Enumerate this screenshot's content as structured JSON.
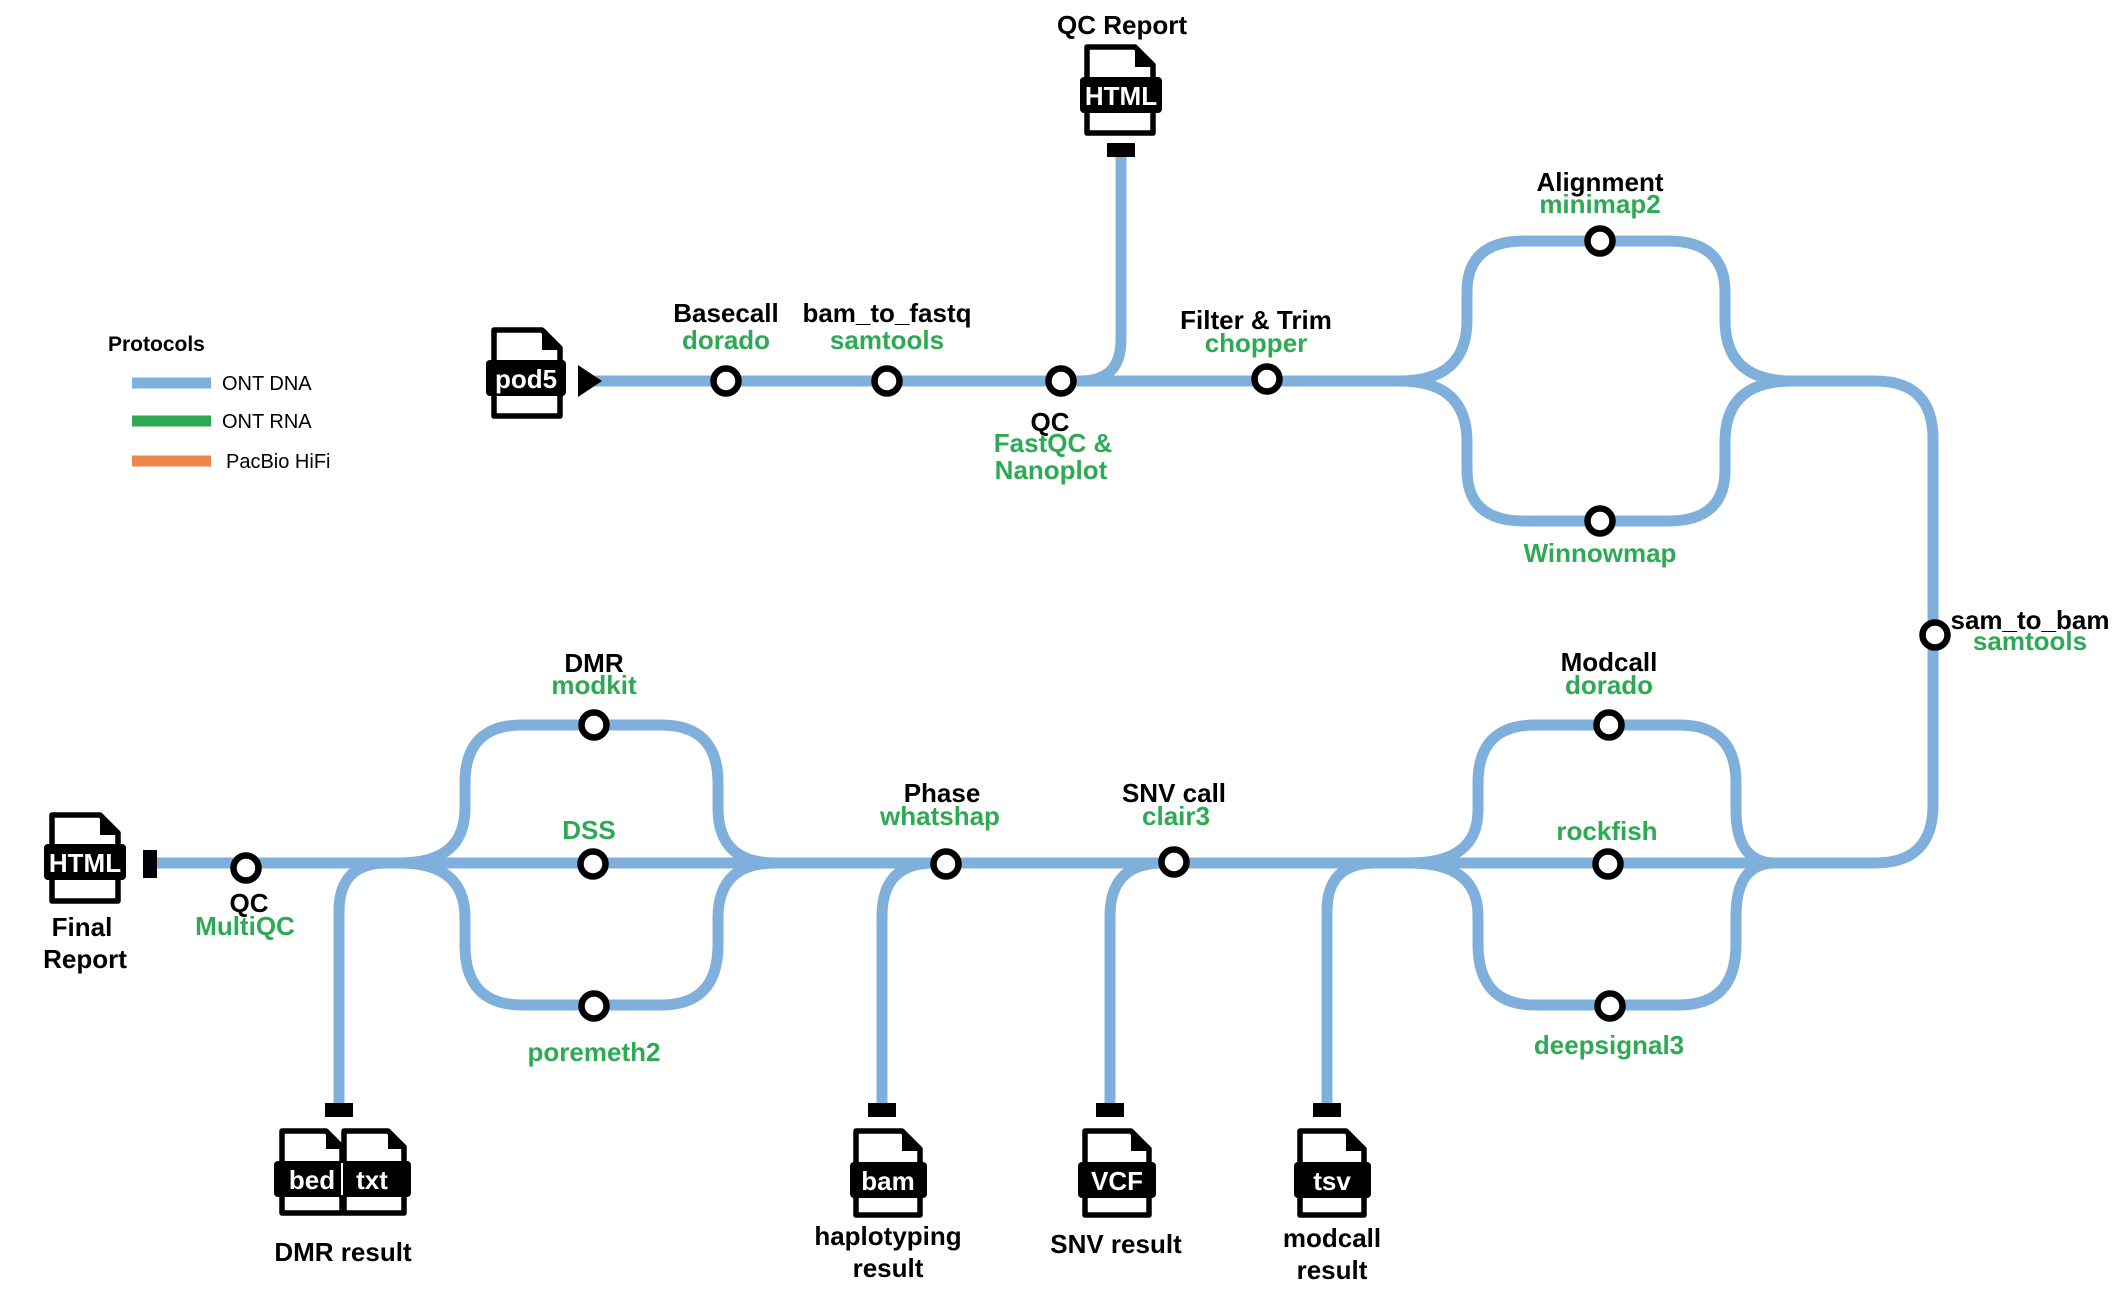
{
  "legend": {
    "title": "Protocols",
    "items": [
      {
        "label": "ONT DNA",
        "color": "#7fb0dc"
      },
      {
        "label": "ONT RNA",
        "color": "#2eaa55"
      },
      {
        "label": "PacBio HiFi",
        "color": "#f0874a"
      }
    ]
  },
  "colors": {
    "route": "#7fb0dc",
    "tool": "#2eaa55",
    "text": "#000000"
  },
  "inputs": {
    "pod5": "pod5"
  },
  "outputs": {
    "qc_report": {
      "title": "QC Report",
      "format": "HTML"
    },
    "final_report": {
      "title_line1": "Final",
      "title_line2": "Report",
      "format": "HTML"
    },
    "dmr_result": {
      "title": "DMR result",
      "format1": "bed",
      "format2": "txt"
    },
    "haplotyping_result": {
      "title_line1": "haplotyping",
      "title_line2": "result",
      "format": "bam"
    },
    "snv_result": {
      "title": "SNV result",
      "format": "VCF"
    },
    "modcall_result": {
      "title_line1": "modcall",
      "title_line2": "result",
      "format": "tsv"
    }
  },
  "steps": {
    "basecall": {
      "name": "Basecall",
      "tool": "dorado"
    },
    "bam_to_fastq": {
      "name": "bam_to_fastq",
      "tool": "samtools"
    },
    "qc": {
      "name": "QC",
      "tool_line1": "FastQC &",
      "tool_line2": "Nanoplot"
    },
    "filter_trim": {
      "name": "Filter & Trim",
      "tool": "chopper"
    },
    "alignment": {
      "name": "Alignment",
      "tool": "minimap2",
      "alt_tool": "Winnowmap"
    },
    "sam_to_bam": {
      "name": "sam_to_bam",
      "tool": "samtools"
    },
    "modcall": {
      "name": "Modcall",
      "tool": "dorado",
      "alt_tool1": "rockfish",
      "alt_tool2": "deepsignal3"
    },
    "snv_call": {
      "name": "SNV call",
      "tool": "clair3"
    },
    "phase": {
      "name": "Phase",
      "tool": "whatshap"
    },
    "dmr": {
      "name": "DMR",
      "tool": "modkit",
      "alt_tool1": "DSS",
      "alt_tool2": "poremeth2"
    },
    "final_qc": {
      "name": "QC",
      "tool": "MultiQC"
    }
  }
}
